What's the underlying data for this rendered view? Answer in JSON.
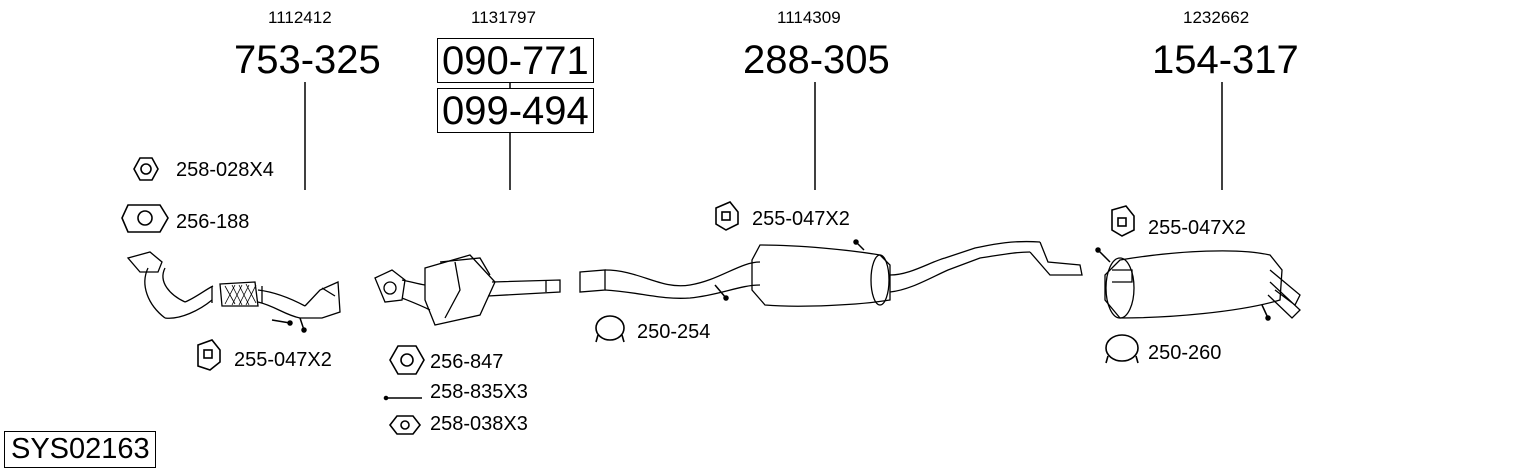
{
  "system_code": "SYS02163",
  "sections": [
    {
      "oem": "1112412",
      "parts": [
        "753-325"
      ]
    },
    {
      "oem": "1131797",
      "parts": [
        "090-771",
        "099-494"
      ]
    },
    {
      "oem": "1114309",
      "parts": [
        "288-305"
      ]
    },
    {
      "oem": "1232662",
      "parts": [
        "154-317"
      ]
    }
  ],
  "accessories": {
    "nut_front": "258-028X4",
    "gasket_front": "256-188",
    "hanger_front": "255-047X2",
    "gasket_cat": "256-847",
    "bolt_cat": "258-835X3",
    "nut_cat": "258-038X3",
    "clamp_mid": "250-254",
    "hanger_mid": "255-047X2",
    "hanger_rear": "255-047X2",
    "clamp_rear": "250-260"
  }
}
